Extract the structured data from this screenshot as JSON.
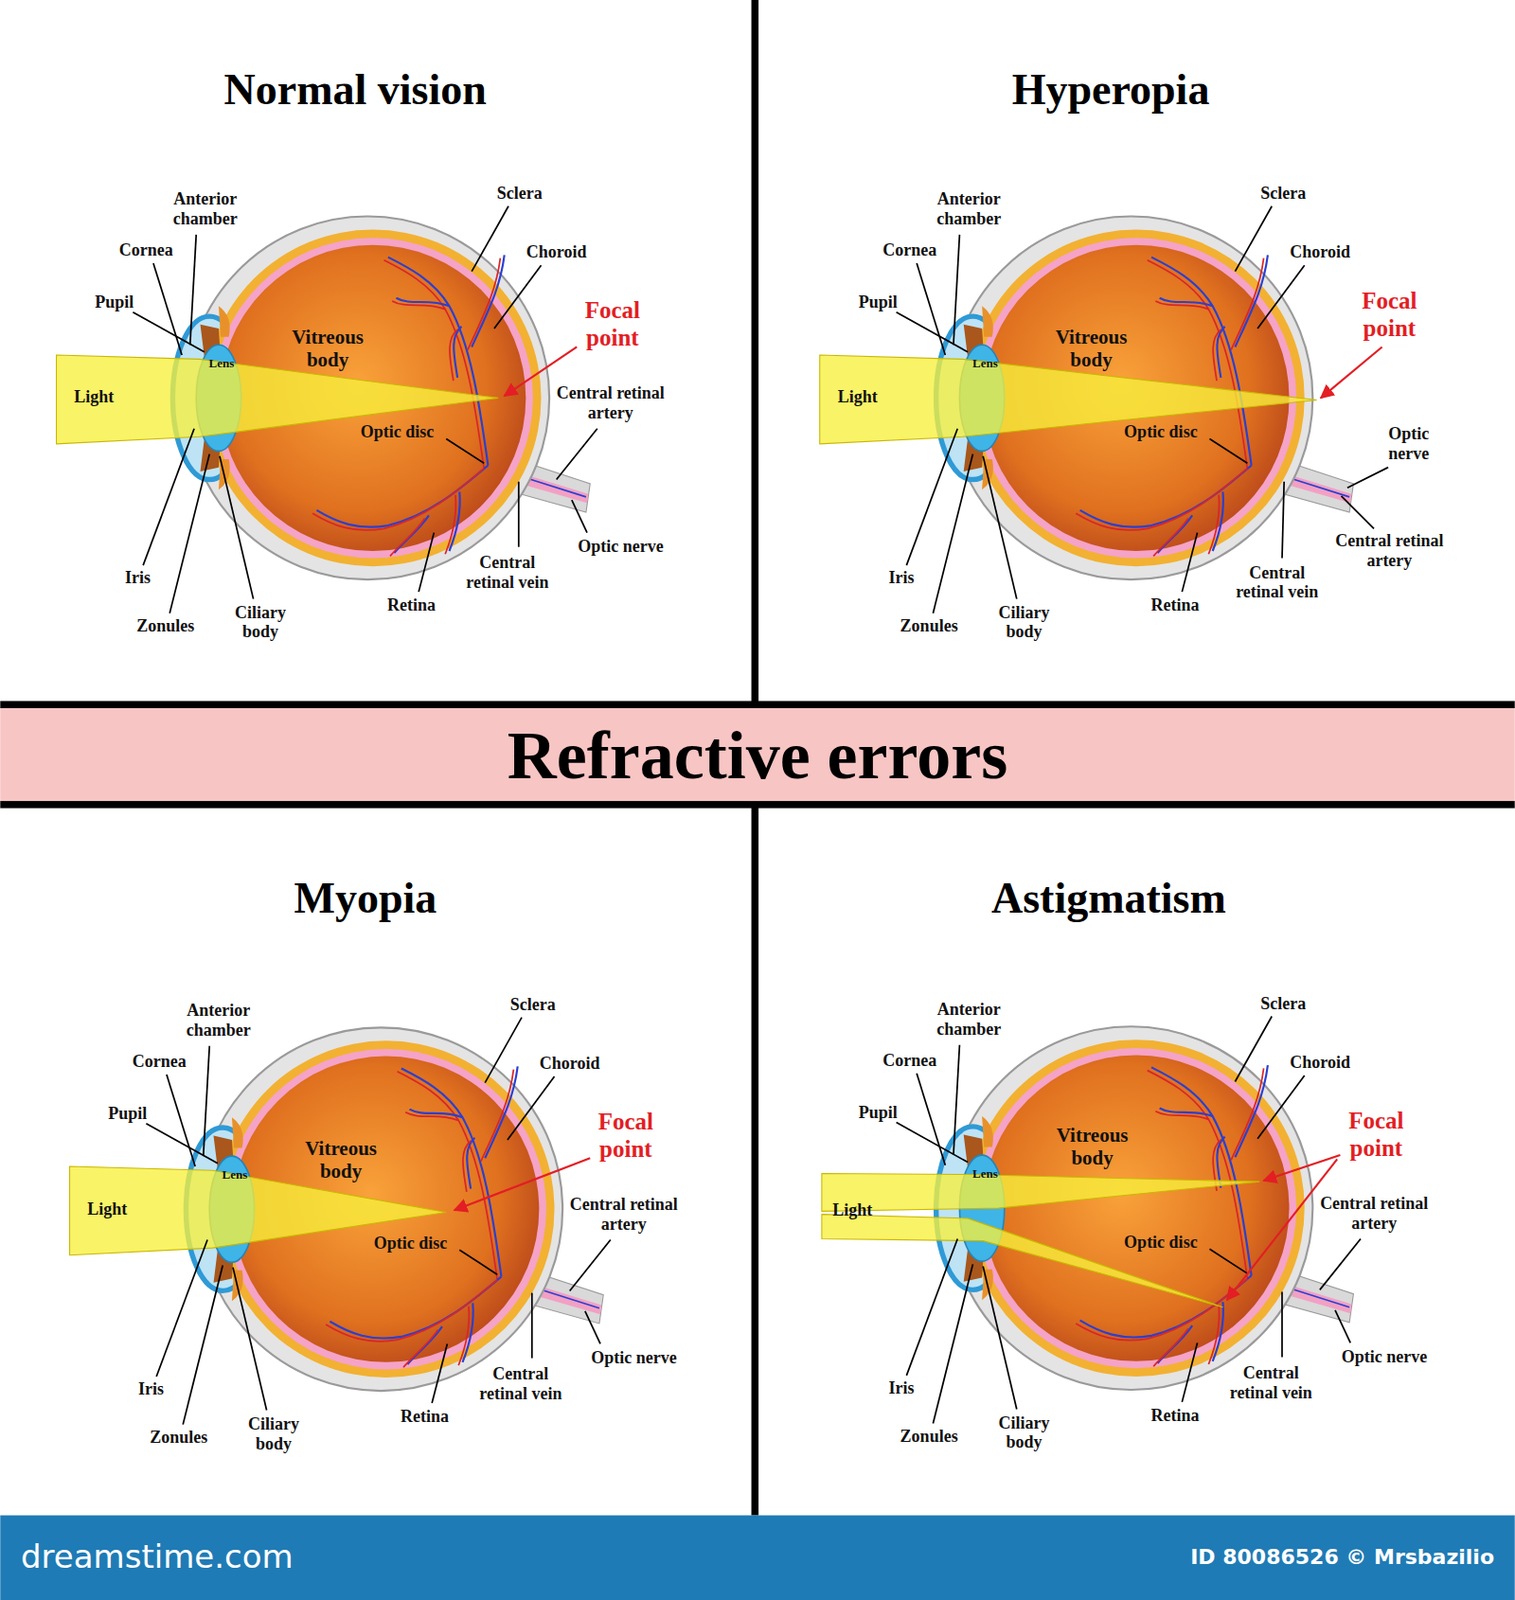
{
  "diagram": {
    "title": "Refractive errors",
    "labels": [
      "Normal vision",
      "Anterior chamber",
      "Cornea",
      "Pupil",
      "Lens",
      "Light",
      "Vitreous body",
      "Sclera",
      "Choroid",
      "Focal point",
      "Central retinal artery",
      "Optic disc",
      "Optic nerve",
      "Iris",
      "Zonules",
      "Ciliary body",
      "Retina",
      "Central retinal vein",
      "Hyperopia",
      "Anterior chamber",
      "Cornea",
      "Pupil",
      "Lens",
      "Light",
      "Vitreous body",
      "Sclera",
      "Choroid",
      "Focal point",
      "Central retinal artery",
      "Optic disc",
      "Optic nerve",
      "Iris",
      "Zonules",
      "Ciliary body",
      "Retina",
      "Central retinal vein",
      "Myopia",
      "Anterior chamber",
      "Cornea",
      "Pupil",
      "Lens",
      "Light",
      "Vitreous body",
      "Sclera",
      "Choroid",
      "Focal point",
      "Central retinal artery",
      "Optic disc",
      "Optic nerve",
      "Iris",
      "Zonules",
      "Ciliary body",
      "Retina",
      "Central retinal vein",
      "Astigmatism",
      "Anterior chamber",
      "Cornea",
      "Pupil",
      "Lens",
      "Light",
      "Vitreous body",
      "Sclera",
      "Choroid",
      "Focal point",
      "Central retinal artery",
      "Optic disc",
      "Optic nerve",
      "Iris",
      "Zonules",
      "Ciliary body",
      "Retina",
      "Central retinal vein",
      "dreamstime.com",
      "ID 80086526 © Mrsbazilio"
    ]
  }
}
